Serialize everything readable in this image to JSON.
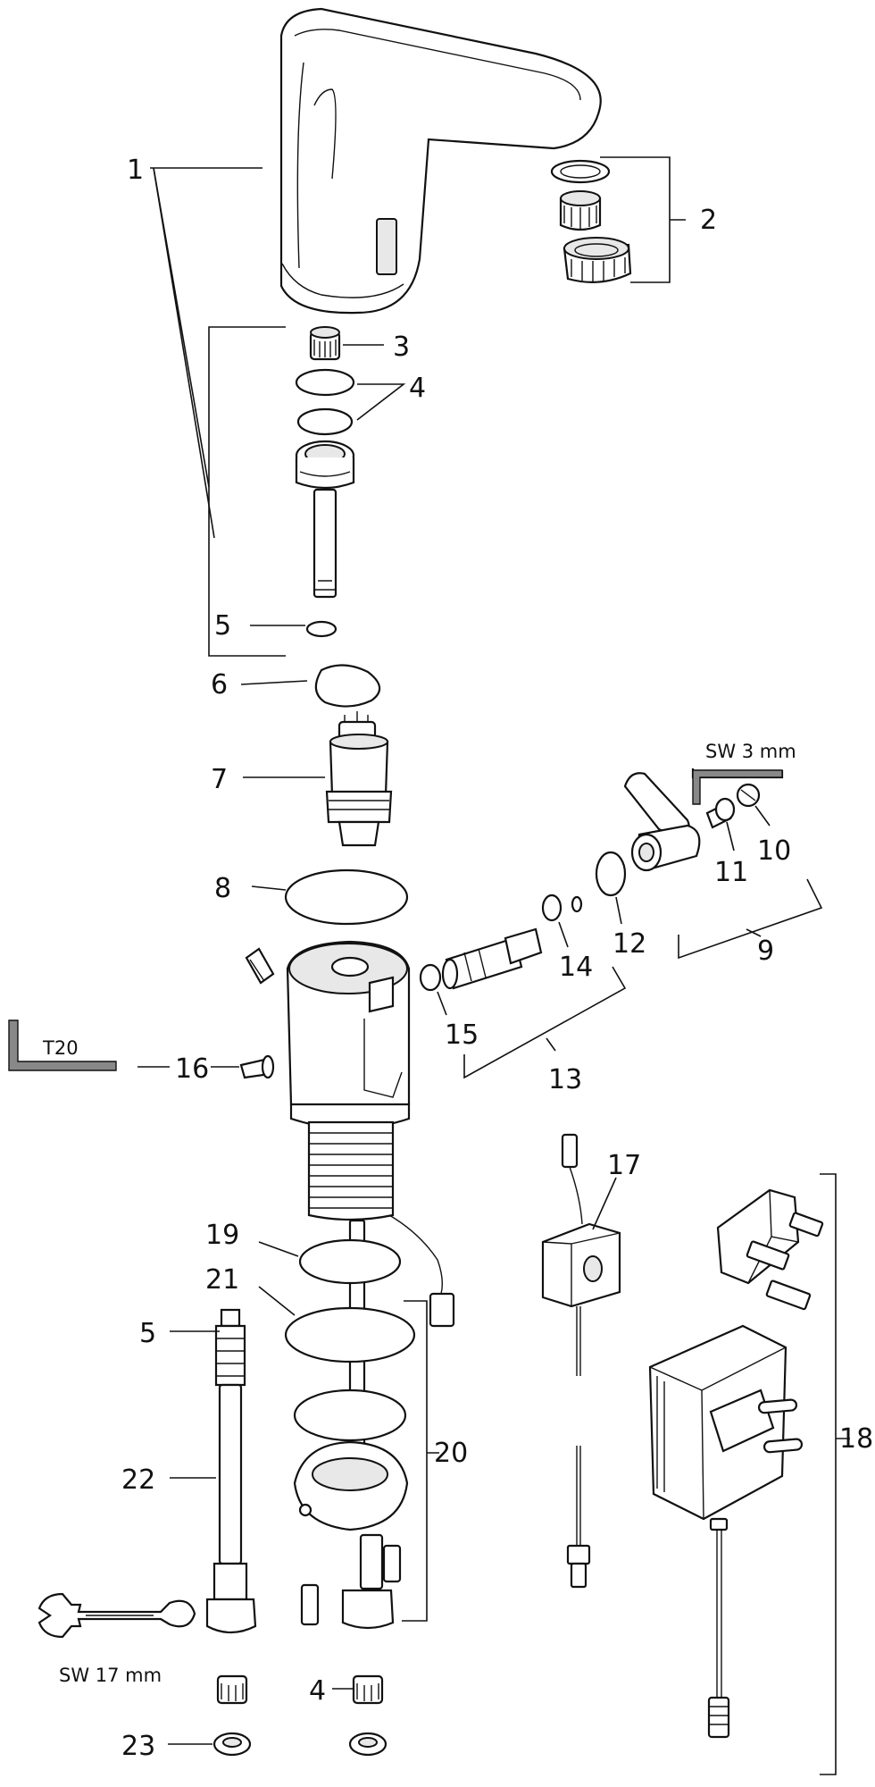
{
  "labels": {
    "l1": "1",
    "l2": "2",
    "l3": "3",
    "l4a": "4",
    "l4b": "4",
    "l5a": "5",
    "l5b": "5",
    "l6": "6",
    "l7": "7",
    "l8": "8",
    "l9": "9",
    "l10": "10",
    "l11": "11",
    "l12": "12",
    "l13": "13",
    "l14": "14",
    "l15": "15",
    "l16": "16",
    "l17": "17",
    "l18": "18",
    "l19": "19",
    "l20": "20",
    "l21": "21",
    "l22": "22",
    "l23": "23"
  },
  "tools": {
    "hex_key": "SW 3 mm",
    "torx_key": "T20",
    "wrench": "SW 17 mm"
  }
}
